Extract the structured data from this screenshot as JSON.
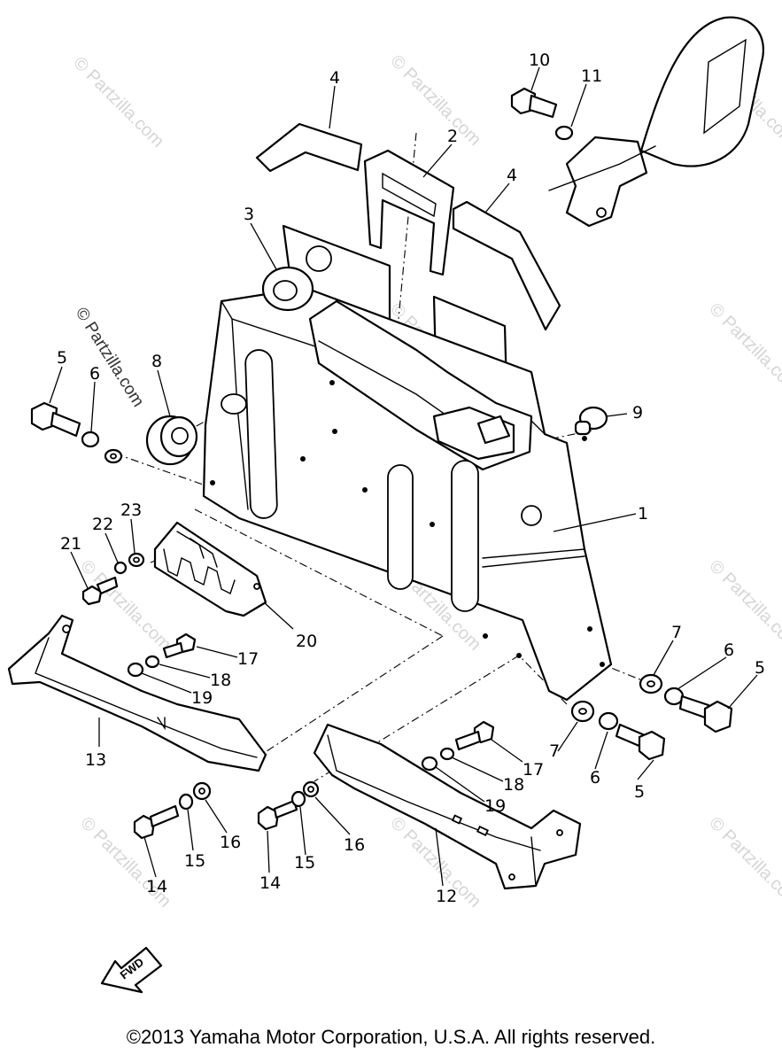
{
  "diagram": {
    "callouts": [
      "1",
      "2",
      "3",
      "4",
      "4",
      "5",
      "5",
      "5",
      "6",
      "6",
      "6",
      "7",
      "7",
      "8",
      "9",
      "10",
      "11",
      "12",
      "13",
      "14",
      "14",
      "15",
      "15",
      "16",
      "16",
      "17",
      "17",
      "18",
      "18",
      "19",
      "19",
      "20",
      "21",
      "22",
      "23"
    ],
    "direction_label": "FWD",
    "watermark": "© Partzilla.com",
    "copyright": "©2013 Yamaha Motor Corporation, U.S.A. All rights reserved."
  }
}
